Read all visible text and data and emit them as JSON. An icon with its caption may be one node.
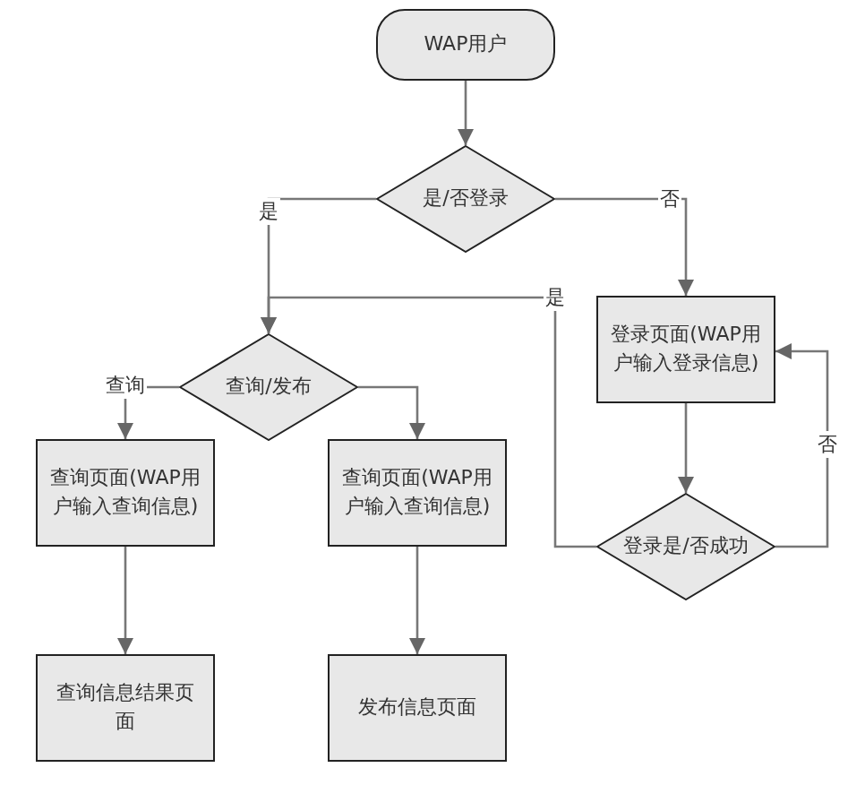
{
  "diagram": {
    "nodes": [
      {
        "text": [
          "WAP用户"
        ]
      },
      {
        "text": [
          "是/否登录"
        ]
      },
      {
        "text": [
          "查询/发布"
        ]
      },
      {
        "text": [
          "登录页面(WAP用户输入登录信息)"
        ]
      },
      {
        "text": [
          "查询页面(WAP用户输入查询信息)"
        ]
      },
      {
        "text": [
          "查询页面(WAP用户输入查询信息)"
        ]
      },
      {
        "text": [
          "登录是/否成功"
        ]
      },
      {
        "text": [
          "查询信息结果页面"
        ]
      },
      {
        "text": [
          "发布信息页面"
        ]
      }
    ],
    "edges": [
      {
        "from": 0,
        "to": 1,
        "arrow": "to"
      },
      {
        "from": 1,
        "to": 2,
        "arrow": "to",
        "label": "是"
      },
      {
        "from": 1,
        "to": 3,
        "arrow": "to",
        "label": "否"
      },
      {
        "from": 2,
        "to": 4,
        "arrow": "to",
        "label": "查询"
      },
      {
        "from": 2,
        "to": 5,
        "arrow": "to"
      },
      {
        "from": 3,
        "to": 6,
        "arrow": "to"
      },
      {
        "from": 6,
        "to": 3,
        "arrow": "to",
        "label": "否"
      },
      {
        "from": 6,
        "to": 2,
        "arrow": "to",
        "label": "是"
      },
      {
        "from": 4,
        "to": 7,
        "arrow": "to"
      },
      {
        "from": 5,
        "to": 8,
        "arrow": "to"
      }
    ]
  }
}
